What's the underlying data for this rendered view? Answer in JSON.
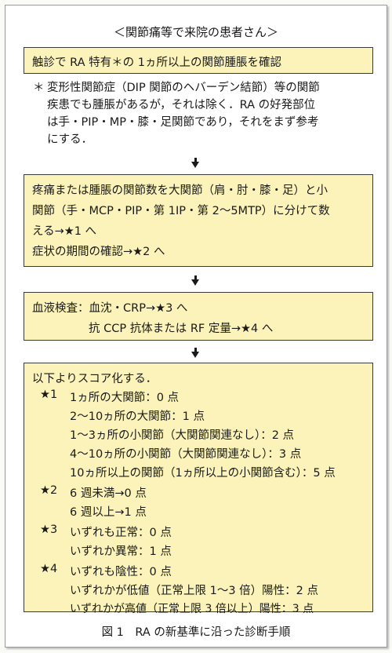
{
  "title": "＜関節痛等で来院の患者さん＞",
  "box1": {
    "text": "触診で RA 特有＊の 1ヵ所以上の関節腫脹を確認"
  },
  "note": {
    "mark": "＊",
    "lines": [
      "変形性関節症（DIP 関節のヘバーデン結節）等の関節",
      "疾患でも腫脹があるが，それは除く．RA の好発部位",
      "は手・PIP・MP・膝・足関節であり，それをまず参考",
      "にする．"
    ]
  },
  "box2": {
    "lines": [
      "疼痛または腫脹の関節数を大関節（肩・肘・膝・足）と小",
      "関節（手・MCP・PIP・第 1IP・第 2～5MTP）に分けて数",
      "える→★1 へ",
      "症状の期間の確認→★2 へ"
    ]
  },
  "box3": {
    "lines": [
      "血液検査：血沈・CRP→★3 へ",
      "抗 CCP 抗体または RF 定量→★4 へ"
    ]
  },
  "box4": {
    "intro": "以下よりスコア化する．",
    "groups": [
      {
        "star": "★1",
        "items": [
          "1ヵ所の大関節：0 点",
          "2～10ヵ所の大関節：1 点",
          "1～3ヵ所の小関節（大関節関連なし）：2 点",
          "4～10ヵ所の小関節（大関節関連なし）：3 点",
          "10ヵ所以上の関節（1ヵ所以上の小関節含む）：5 点"
        ]
      },
      {
        "star": "★2",
        "items": [
          "6 週未満→0 点",
          "6 週以上→1 点"
        ]
      },
      {
        "star": "★3",
        "items": [
          "いずれも正常：0 点",
          "いずれか異常：1 点"
        ]
      },
      {
        "star": "★4",
        "items": [
          "いずれも陰性：0 点",
          "いずれかが低値（正常上限 1～3 倍）陽性：2 点",
          "いずれかが高値（正常上限 3 倍以上）陽性：3 点"
        ]
      }
    ]
  },
  "caption": "図 1　RA の新基準に沿った診断手順",
  "colors": {
    "box_fill": "#fbf3b9",
    "border": "#3a3a3a",
    "text": "#1a1a1a"
  }
}
